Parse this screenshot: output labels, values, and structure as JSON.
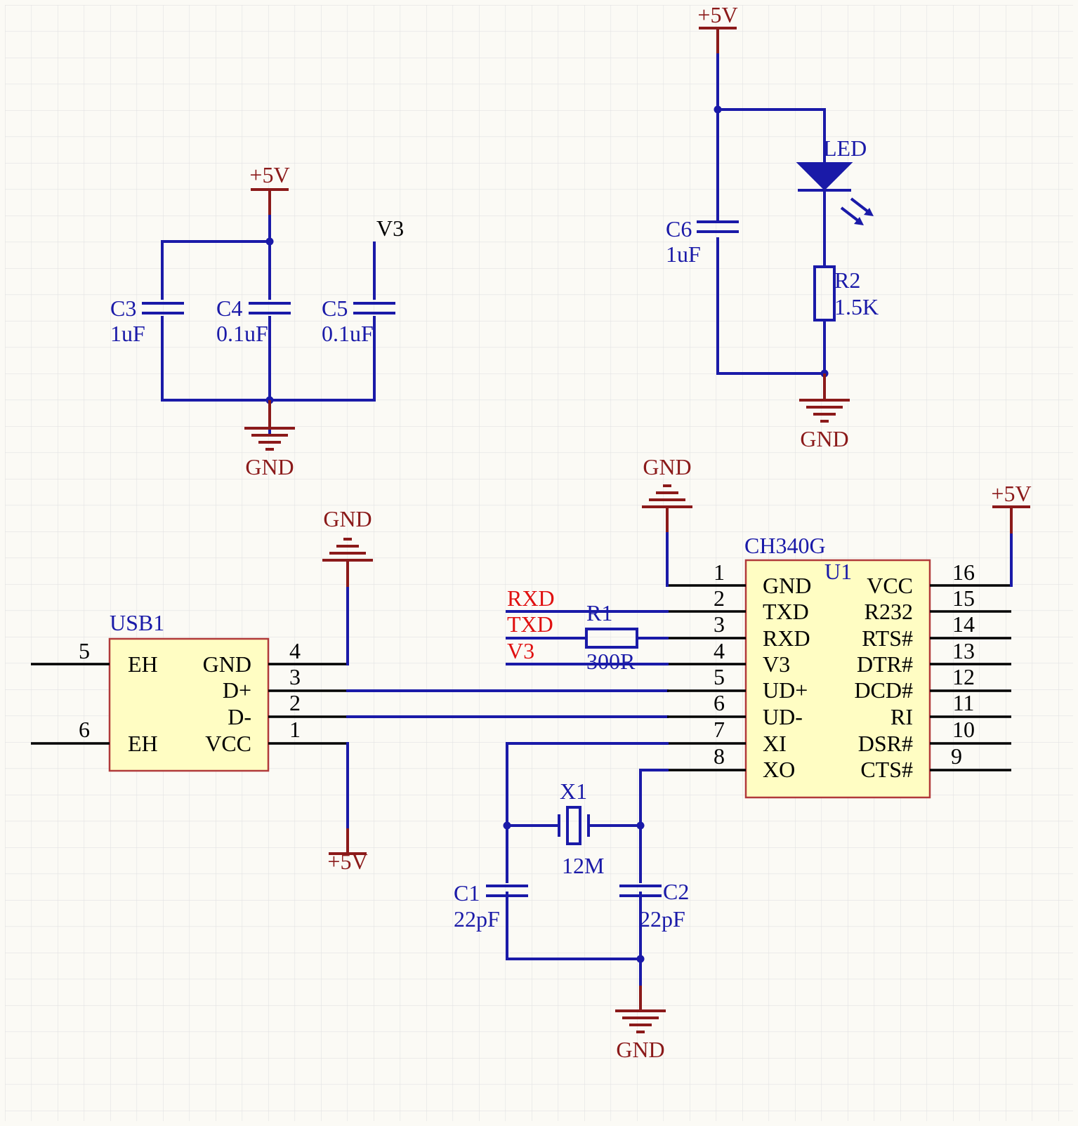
{
  "colors": {
    "background": "#fbfaf5",
    "grid": "#e2e2e2",
    "wire": "#1a1aa8",
    "power": "#8b1a1a",
    "netlabel": "#e01010",
    "body_fill": "#fffdc3"
  },
  "power": {
    "p5v": "+5V",
    "gnd": "GND",
    "v3": "V3"
  },
  "caps": {
    "c1": {
      "ref": "C1",
      "value": "22pF"
    },
    "c2": {
      "ref": "C2",
      "value": "22pF"
    },
    "c3": {
      "ref": "C3",
      "value": "1uF"
    },
    "c4": {
      "ref": "C4",
      "value": "0.1uF"
    },
    "c5": {
      "ref": "C5",
      "value": "0.1uF"
    },
    "c6": {
      "ref": "C6",
      "value": "1uF"
    }
  },
  "led": {
    "ref": "LED"
  },
  "r1": {
    "ref": "R1",
    "value": "300R"
  },
  "r2": {
    "ref": "R2",
    "value": "1.5K"
  },
  "x1": {
    "ref": "X1",
    "value": "12M"
  },
  "nets": {
    "rxd": "RXD",
    "txd": "TXD",
    "v3": "V3"
  },
  "usb": {
    "ref": "USB1",
    "pins_left": [
      {
        "num": "5",
        "name": "EH"
      },
      {
        "num": "6",
        "name": "EH"
      }
    ],
    "pins_right": [
      {
        "num": "4",
        "name": "GND"
      },
      {
        "num": "3",
        "name": "D+"
      },
      {
        "num": "2",
        "name": "D-"
      },
      {
        "num": "1",
        "name": "VCC"
      }
    ]
  },
  "u1": {
    "part": "CH340G",
    "ref": "U1",
    "pins_left": [
      {
        "num": "1",
        "name": "GND"
      },
      {
        "num": "2",
        "name": "TXD"
      },
      {
        "num": "3",
        "name": "RXD"
      },
      {
        "num": "4",
        "name": "V3"
      },
      {
        "num": "5",
        "name": "UD+"
      },
      {
        "num": "6",
        "name": "UD-"
      },
      {
        "num": "7",
        "name": "XI"
      },
      {
        "num": "8",
        "name": "XO"
      }
    ],
    "pins_right": [
      {
        "num": "16",
        "name": "VCC"
      },
      {
        "num": "15",
        "name": "R232"
      },
      {
        "num": "14",
        "name": "RTS#"
      },
      {
        "num": "13",
        "name": "DTR#"
      },
      {
        "num": "12",
        "name": "DCD#"
      },
      {
        "num": "11",
        "name": "RI"
      },
      {
        "num": "10",
        "name": "DSR#"
      },
      {
        "num": "9",
        "name": "CTS#"
      }
    ]
  }
}
